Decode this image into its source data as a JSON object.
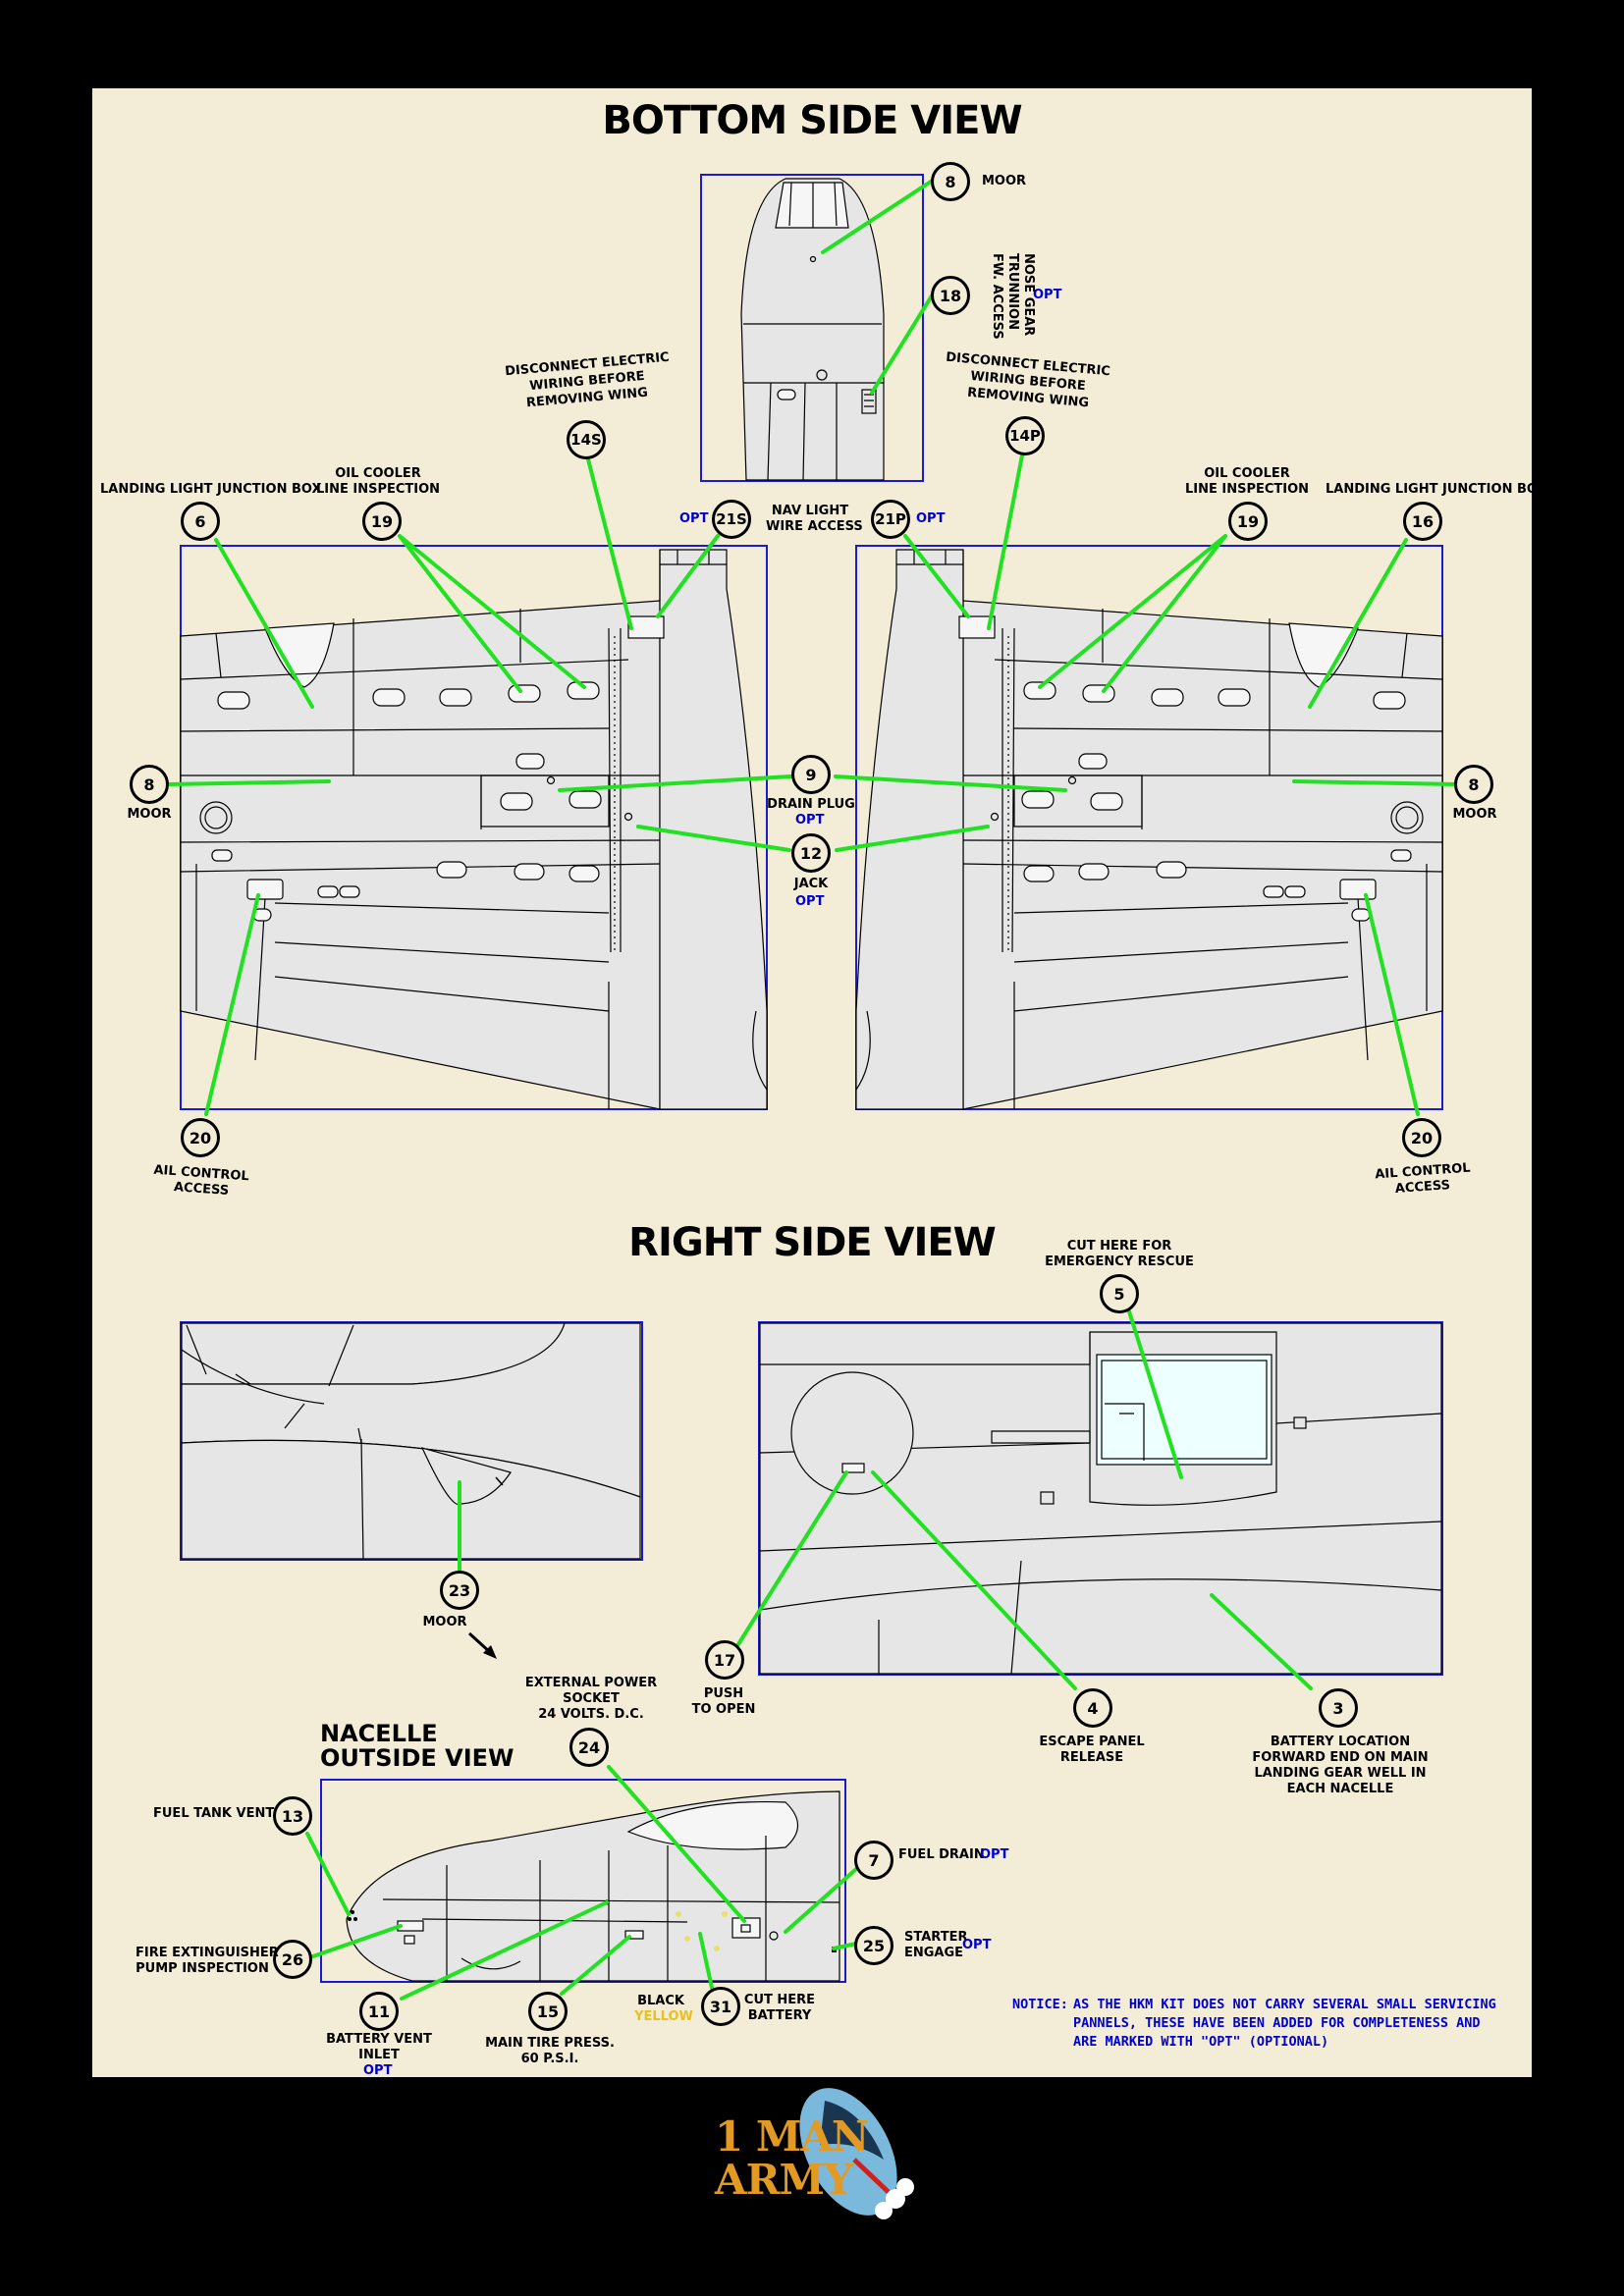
{
  "titles": {
    "bottom_view": "BOTTOM SIDE VIEW",
    "right_view": "RIGHT SIDE VIEW",
    "nacelle_line1": "NACELLE",
    "nacelle_line2": "OUTSIDE VIEW"
  },
  "colors": {
    "sheet": "#f3ecd6",
    "frame": "#000000",
    "leader": "#22e022",
    "box": "#1a1ad0",
    "opt": "#0000cc",
    "panel": "#e6e6e6"
  },
  "opt_text": "OPT",
  "callouts": {
    "c8top": "8",
    "c18": "18",
    "c14s": "14S",
    "c14p": "14P",
    "c21s": "21S",
    "c21p": "21P",
    "c6": "6",
    "c19l": "19",
    "c19r": "19",
    "c16": "16",
    "c8l": "8",
    "c8r": "8",
    "c9": "9",
    "c12": "12",
    "c20l": "20",
    "c20r": "20",
    "c5": "5",
    "c23": "23",
    "c17": "17",
    "c4": "4",
    "c3": "3",
    "c24": "24",
    "c13": "13",
    "c7": "7",
    "c26": "26",
    "c25": "25",
    "c11": "11",
    "c15": "15",
    "c31": "31"
  },
  "labels": {
    "moor": "MOOR",
    "nose_gear": [
      "NOSE GEAR",
      "TRUNNION",
      "FW. ACCESS"
    ],
    "disconnect": [
      "DISCONNECT ELECTRIC",
      "WIRING BEFORE",
      "REMOVING WING"
    ],
    "landing_light": "LANDING LIGHT JUNCTION BOX",
    "oil_cooler": [
      "OIL COOLER",
      "LINE INSPECTION"
    ],
    "nav_light": [
      "NAV LIGHT",
      "WIRE ACCESS"
    ],
    "drain_plug": "DRAIN PLUG",
    "jack": "JACK",
    "ail_control": [
      "AIL CONTROL",
      "ACCESS"
    ],
    "cut_here_rescue": [
      "CUT HERE FOR",
      "EMERGENCY RESCUE"
    ],
    "push_open": [
      "PUSH",
      "TO OPEN"
    ],
    "escape_panel": [
      "ESCAPE PANEL",
      "RELEASE"
    ],
    "battery_location": [
      "BATTERY LOCATION",
      "FORWARD END ON MAIN",
      "LANDING GEAR WELL IN",
      "EACH NACELLE"
    ],
    "ext_power": [
      "EXTERNAL POWER",
      "SOCKET",
      "24 VOLTS. D.C."
    ],
    "fuel_tank_vent": "FUEL TANK VENT",
    "fuel_drain": "FUEL DRAIN",
    "fire_ext": [
      "FIRE EXTINGUISHER",
      "PUMP INSPECTION"
    ],
    "starter": [
      "STARTER",
      "ENGAGE"
    ],
    "battery_vent": [
      "BATTERY VENT",
      "INLET"
    ],
    "main_tire": [
      "MAIN TIRE PRESS.",
      "60 P.S.I."
    ],
    "black": "BLACK",
    "yellow": "YELLOW",
    "cut_here_battery": [
      "CUT HERE",
      "BATTERY"
    ]
  },
  "notice": {
    "lead": "NOTICE:",
    "lines": [
      "AS THE HKM KIT DOES NOT CARRY SEVERAL SMALL SERVICING",
      "PANNELS, THESE HAVE BEEN ADDED FOR COMPLETENESS AND",
      "ARE MARKED WITH \"OPT\" (OPTIONAL)"
    ]
  },
  "logo": {
    "line1": "1 MAN",
    "line2": "ARMY"
  }
}
